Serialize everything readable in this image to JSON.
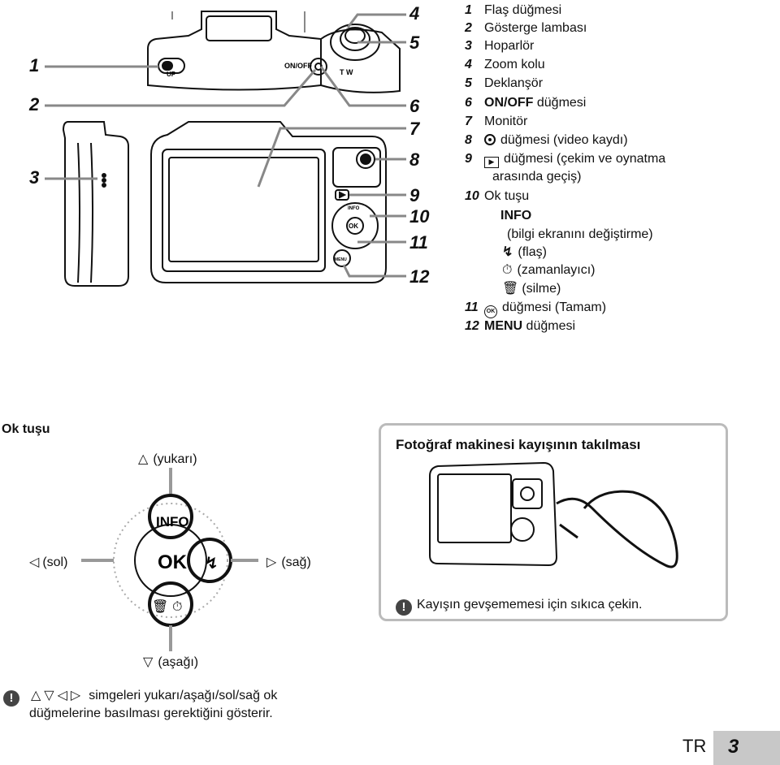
{
  "callouts": {
    "left": [
      "1",
      "2",
      "3"
    ],
    "right": [
      "4",
      "5",
      "6",
      "7",
      "8",
      "9",
      "10",
      "11",
      "12"
    ]
  },
  "camera_top_labels": {
    "onoff": "ON/OFF",
    "zoom": "T    W",
    "flash_switch": "UP"
  },
  "camera_back_labels": {
    "info": "INFO",
    "ok": "OK",
    "menu": "MENU"
  },
  "parts": [
    {
      "num": "1",
      "text": "Flaş düğmesi"
    },
    {
      "num": "2",
      "text": "Gösterge lambası"
    },
    {
      "num": "3",
      "text": "Hoparlör"
    },
    {
      "num": "4",
      "text": "Zoom kolu"
    },
    {
      "num": "5",
      "text": "Deklanşör"
    },
    {
      "num": "6",
      "prefix": "ON/OFF",
      "text": " düğmesi"
    },
    {
      "num": "7",
      "text": "Monitör"
    },
    {
      "num": "8",
      "text": "düğmesi (video kaydı)"
    },
    {
      "num": "9",
      "text": "düğmesi (çekim ve oynatma"
    },
    {
      "num": "",
      "text": "arasında geçiş)"
    },
    {
      "num": "10",
      "text": "Ok tuşu"
    },
    {
      "num": "",
      "text": "INFO"
    },
    {
      "num": "",
      "text": "(bilgi ekranını değiştirme)"
    },
    {
      "num": "",
      "text": "(flaş)"
    },
    {
      "num": "",
      "text": "(zamanlayıcı)"
    },
    {
      "num": "",
      "text": "(silme)"
    },
    {
      "num": "11",
      "text": "düğmesi (Tamam)"
    },
    {
      "num": "12",
      "prefix": "MENU",
      "text": " düğmesi"
    }
  ],
  "ok_key": {
    "title": "Ok tuşu",
    "up": "(yukarı)",
    "down": "(aşağı)",
    "left": "(sol)",
    "right": "(sağ)",
    "center": "OK",
    "info": "INFO"
  },
  "strap": {
    "title": "Fotoğraf makinesi kayışının takılması",
    "note": "Kayışın gevşememesi için sıkıca çekin."
  },
  "footnote": {
    "line1": "simgeleri yukarı/aşağı/sol/sağ ok",
    "line2": "düğmelerine basılması gerektiğini gösterir."
  },
  "footer": {
    "lang": "TR",
    "page": "3"
  }
}
